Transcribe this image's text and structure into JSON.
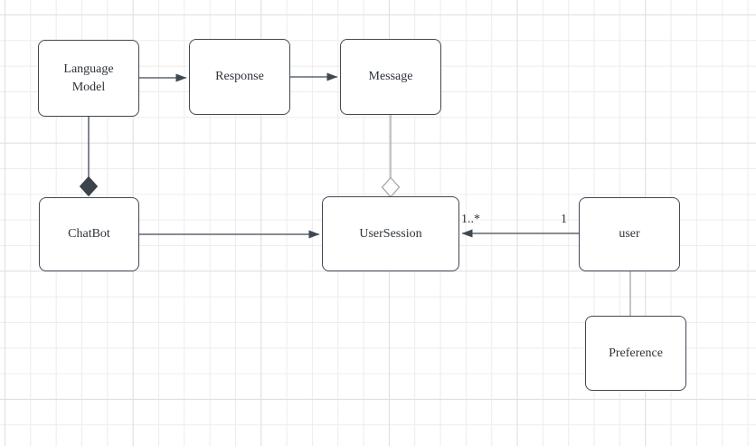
{
  "diagram": {
    "title": "",
    "nodes": [
      {
        "id": "language-model",
        "label": "Language Model"
      },
      {
        "id": "response",
        "label": "Response"
      },
      {
        "id": "message",
        "label": "Message"
      },
      {
        "id": "chatbot",
        "label": "ChatBot"
      },
      {
        "id": "user-session",
        "label": "UserSession"
      },
      {
        "id": "user",
        "label": "user"
      },
      {
        "id": "preference",
        "label": "Preference"
      }
    ],
    "edges": [
      {
        "from": "language-model",
        "to": "response",
        "type": "directed-arrow"
      },
      {
        "from": "response",
        "to": "message",
        "type": "directed-arrow"
      },
      {
        "from": "language-model",
        "to": "chatbot",
        "type": "composition-filled-diamond-at-chatbot"
      },
      {
        "from": "message",
        "to": "user-session",
        "type": "aggregation-hollow-diamond-at-usersession"
      },
      {
        "from": "chatbot",
        "to": "user-session",
        "type": "directed-arrow"
      },
      {
        "from": "user",
        "to": "user-session",
        "type": "directed-arrow",
        "source_multiplicity": "1",
        "target_multiplicity": "1..*"
      },
      {
        "from": "user",
        "to": "preference",
        "type": "plain-line"
      }
    ],
    "colors": {
      "node_fill": "#ffffff",
      "stroke_dark": "#3f4954",
      "stroke_light": "#a6a6a6",
      "text": "#2d333a",
      "grid_minor": "#ececec",
      "grid_major": "#dfdfdf",
      "canvas": "#ffffff"
    }
  }
}
